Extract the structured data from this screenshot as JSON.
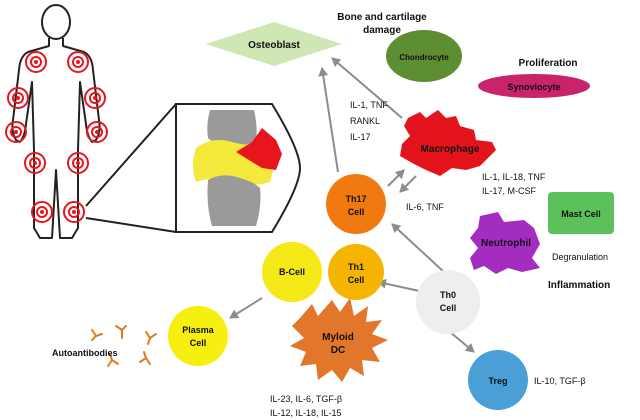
{
  "colors": {
    "osteoblast": "#cfe7b4",
    "chondrocyte": "#5e8e32",
    "synoviocyte": "#c9246b",
    "macrophage": "#e3141b",
    "th17": "#f07a10",
    "th1": "#f4b400",
    "bcell": "#f4e817",
    "plasma": "#f7ef10",
    "th0": "#eeeeee",
    "treg": "#4a9fd6",
    "myeloid": "#e2762a",
    "neutrophil": "#a52cc1",
    "mastcell": "#5cc15a",
    "arrow": "#8c8c8c",
    "cartilage": "#f5e93b",
    "bone": "#9a9a9a",
    "inflammation": "#e8161c",
    "joint_marker": "#e8161c"
  },
  "labels": {
    "bone_damage_line1": "Bone and cartilage",
    "bone_damage_line2": "damage",
    "osteoblast": "Osteoblast",
    "chondrocyte": "Chondrocyte",
    "proliferation": "Proliferation",
    "synoviocyte": "Synoviocyte",
    "macrophage": "Macrophage",
    "th17_line1": "Th17",
    "th17_line2": "Cell",
    "th1_line1": "Th1",
    "th1_line2": "Cell",
    "bcell": "B-Cell",
    "plasma_line1": "Plasma",
    "plasma_line2": "Cell",
    "th0_line1": "Th0",
    "th0_line2": "Cell",
    "treg": "Treg",
    "myeloid_line1": "Myloid",
    "myeloid_line2": "DC",
    "neutrophil": "Neutrophil",
    "mastcell": "Mast Cell",
    "degranulation": "Degranulation",
    "inflammation": "Inflammation",
    "autoantibodies": "Autoantibodies"
  },
  "cytokines": {
    "th17_out_1": "IL-1, TNF",
    "th17_out_2": "RANKL",
    "th17_out_3": "IL-17",
    "macrophage_1": "IL-1, IL-18, TNF",
    "macrophage_2": "IL-17, M-CSF",
    "il6_tnf": "IL-6, TNF",
    "treg": "IL-10, TGF-β",
    "dc_1": "IL-23, IL-6, TGF-β",
    "dc_2": "IL-12, IL-18, IL-15"
  }
}
